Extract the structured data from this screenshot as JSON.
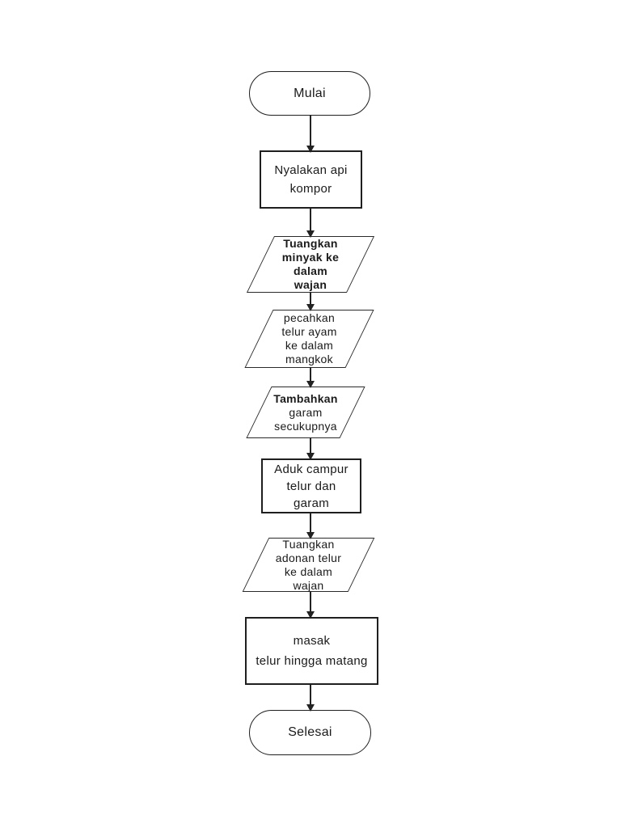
{
  "page": {
    "background_color": "#ffffff",
    "stroke_color": "#1f1f1f",
    "text_color": "#1a1a1a",
    "language": "Indonesian",
    "description": "Flowchart of cooking a fried egg"
  },
  "flowchart": {
    "nodes": [
      {
        "id": "start",
        "type": "terminator",
        "lines": [
          "Mulai"
        ]
      },
      {
        "id": "process-1",
        "type": "process",
        "lines": [
          "Nyalakan api",
          "kompor"
        ]
      },
      {
        "id": "io-1",
        "type": "input-output",
        "lines": [
          "Tuangkan",
          "minyak ke",
          "dalam",
          "wajan"
        ],
        "bold": true
      },
      {
        "id": "io-2",
        "type": "input-output",
        "lines": [
          "pecahkan",
          "telur ayam",
          "ke dalam",
          "mangkok"
        ],
        "bold": false
      },
      {
        "id": "io-3",
        "type": "input-output",
        "lines": [
          "Tambahkan",
          "garam",
          "secukupnya"
        ],
        "bold_first_line": true
      },
      {
        "id": "process-2",
        "type": "process",
        "lines": [
          "Aduk campur",
          "telur dan",
          "garam"
        ]
      },
      {
        "id": "io-4",
        "type": "input-output",
        "lines": [
          "Tuangkan",
          "adonan telur",
          "ke dalam",
          "wajan"
        ],
        "bold": false
      },
      {
        "id": "process-3",
        "type": "process",
        "lines": [
          "masak",
          "telur hingga matang"
        ]
      },
      {
        "id": "end",
        "type": "terminator",
        "lines": [
          "Selesai"
        ]
      }
    ],
    "edges": [
      {
        "from": "start",
        "to": "process-1"
      },
      {
        "from": "process-1",
        "to": "io-1"
      },
      {
        "from": "io-1",
        "to": "io-2"
      },
      {
        "from": "io-2",
        "to": "io-3"
      },
      {
        "from": "io-3",
        "to": "process-2"
      },
      {
        "from": "process-2",
        "to": "io-4"
      },
      {
        "from": "io-4",
        "to": "process-3"
      },
      {
        "from": "process-3",
        "to": "end"
      }
    ]
  }
}
